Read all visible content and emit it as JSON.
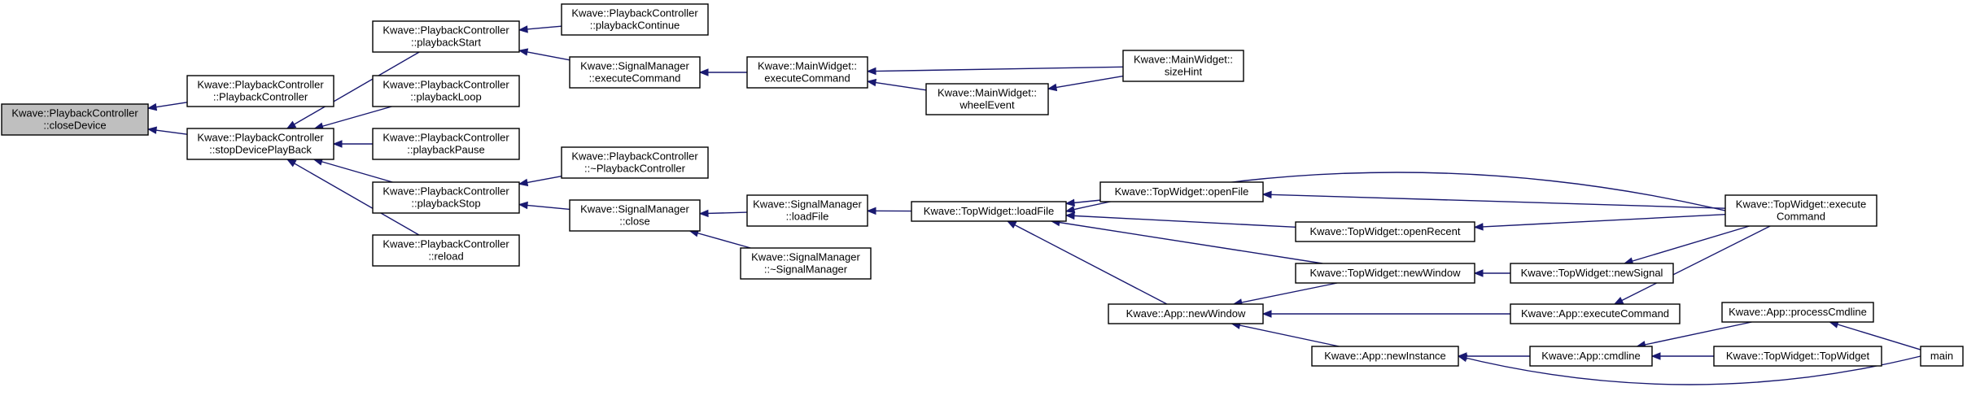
{
  "colors": {
    "edge": "#191970",
    "node_fill": "#ffffff",
    "highlight_fill": "#bfbfbf",
    "border": "#000000"
  },
  "nodes": [
    {
      "id": "n0",
      "lines": [
        "Kwave::PlaybackController",
        "::closeDevice"
      ],
      "highlight": true
    },
    {
      "id": "n1",
      "lines": [
        "Kwave::PlaybackController",
        "::PlaybackController"
      ]
    },
    {
      "id": "n2",
      "lines": [
        "Kwave::PlaybackController",
        "::stopDevicePlayBack"
      ]
    },
    {
      "id": "n3",
      "lines": [
        "Kwave::PlaybackController",
        "::playbackStart"
      ]
    },
    {
      "id": "n4",
      "lines": [
        "Kwave::PlaybackController",
        "::playbackLoop"
      ]
    },
    {
      "id": "n5",
      "lines": [
        "Kwave::PlaybackController",
        "::playbackPause"
      ]
    },
    {
      "id": "n6",
      "lines": [
        "Kwave::PlaybackController",
        "::playbackStop"
      ]
    },
    {
      "id": "n7",
      "lines": [
        "Kwave::PlaybackController",
        "::reload"
      ]
    },
    {
      "id": "n8",
      "lines": [
        "Kwave::PlaybackController",
        "::playbackContinue"
      ]
    },
    {
      "id": "n9",
      "lines": [
        "Kwave::SignalManager",
        "::executeCommand"
      ]
    },
    {
      "id": "n10",
      "lines": [
        "Kwave::MainWidget::",
        "executeCommand"
      ]
    },
    {
      "id": "n11",
      "lines": [
        "Kwave::MainWidget::",
        "wheelEvent"
      ]
    },
    {
      "id": "n12",
      "lines": [
        "Kwave::MainWidget::",
        "sizeHint"
      ]
    },
    {
      "id": "n13",
      "lines": [
        "Kwave::PlaybackController",
        "::~PlaybackController"
      ]
    },
    {
      "id": "n14",
      "lines": [
        "Kwave::SignalManager",
        "::close"
      ]
    },
    {
      "id": "n15",
      "lines": [
        "Kwave::SignalManager",
        "::loadFile"
      ]
    },
    {
      "id": "n16",
      "lines": [
        "Kwave::SignalManager",
        "::~SignalManager"
      ]
    },
    {
      "id": "n17",
      "lines": [
        "Kwave::TopWidget::loadFile"
      ]
    },
    {
      "id": "n18",
      "lines": [
        "Kwave::TopWidget::openFile"
      ]
    },
    {
      "id": "n19",
      "lines": [
        "Kwave::TopWidget::openRecent"
      ]
    },
    {
      "id": "n20",
      "lines": [
        "Kwave::TopWidget::newWindow"
      ]
    },
    {
      "id": "n21",
      "lines": [
        "Kwave::TopWidget::newSignal"
      ]
    },
    {
      "id": "n22",
      "lines": [
        "Kwave::TopWidget::execute",
        "Command"
      ]
    },
    {
      "id": "n23",
      "lines": [
        "Kwave::App::newWindow"
      ]
    },
    {
      "id": "n24",
      "lines": [
        "Kwave::App::executeCommand"
      ]
    },
    {
      "id": "n25",
      "lines": [
        "Kwave::App::newInstance"
      ]
    },
    {
      "id": "n26",
      "lines": [
        "Kwave::App::cmdline"
      ]
    },
    {
      "id": "n27",
      "lines": [
        "Kwave::App::processCmdline"
      ]
    },
    {
      "id": "n28",
      "lines": [
        "Kwave::TopWidget::TopWidget"
      ]
    },
    {
      "id": "n29",
      "lines": [
        "main"
      ]
    }
  ],
  "edges": [
    {
      "from": "n1",
      "to": "n0"
    },
    {
      "from": "n2",
      "to": "n0"
    },
    {
      "from": "n3",
      "to": "n2"
    },
    {
      "from": "n4",
      "to": "n2"
    },
    {
      "from": "n5",
      "to": "n2"
    },
    {
      "from": "n6",
      "to": "n2"
    },
    {
      "from": "n7",
      "to": "n2"
    },
    {
      "from": "n8",
      "to": "n3"
    },
    {
      "from": "n9",
      "to": "n3"
    },
    {
      "from": "n10",
      "to": "n9"
    },
    {
      "from": "n11",
      "to": "n10"
    },
    {
      "from": "n12",
      "to": "n10"
    },
    {
      "from": "n12",
      "to": "n11"
    },
    {
      "from": "n13",
      "to": "n6"
    },
    {
      "from": "n14",
      "to": "n6"
    },
    {
      "from": "n15",
      "to": "n14"
    },
    {
      "from": "n16",
      "to": "n14"
    },
    {
      "from": "n17",
      "to": "n15"
    },
    {
      "from": "n18",
      "to": "n17"
    },
    {
      "from": "n19",
      "to": "n17"
    },
    {
      "from": "n20",
      "to": "n17"
    },
    {
      "from": "n22",
      "to": "n17"
    },
    {
      "from": "n23",
      "to": "n17"
    },
    {
      "from": "n22",
      "to": "n18"
    },
    {
      "from": "n22",
      "to": "n19"
    },
    {
      "from": "n21",
      "to": "n20"
    },
    {
      "from": "n22",
      "to": "n21"
    },
    {
      "from": "n20",
      "to": "n23"
    },
    {
      "from": "n24",
      "to": "n23"
    },
    {
      "from": "n25",
      "to": "n23"
    },
    {
      "from": "n22",
      "to": "n24"
    },
    {
      "from": "n26",
      "to": "n25"
    },
    {
      "from": "n29",
      "to": "n25"
    },
    {
      "from": "n27",
      "to": "n26"
    },
    {
      "from": "n28",
      "to": "n26"
    },
    {
      "from": "n29",
      "to": "n27"
    }
  ]
}
